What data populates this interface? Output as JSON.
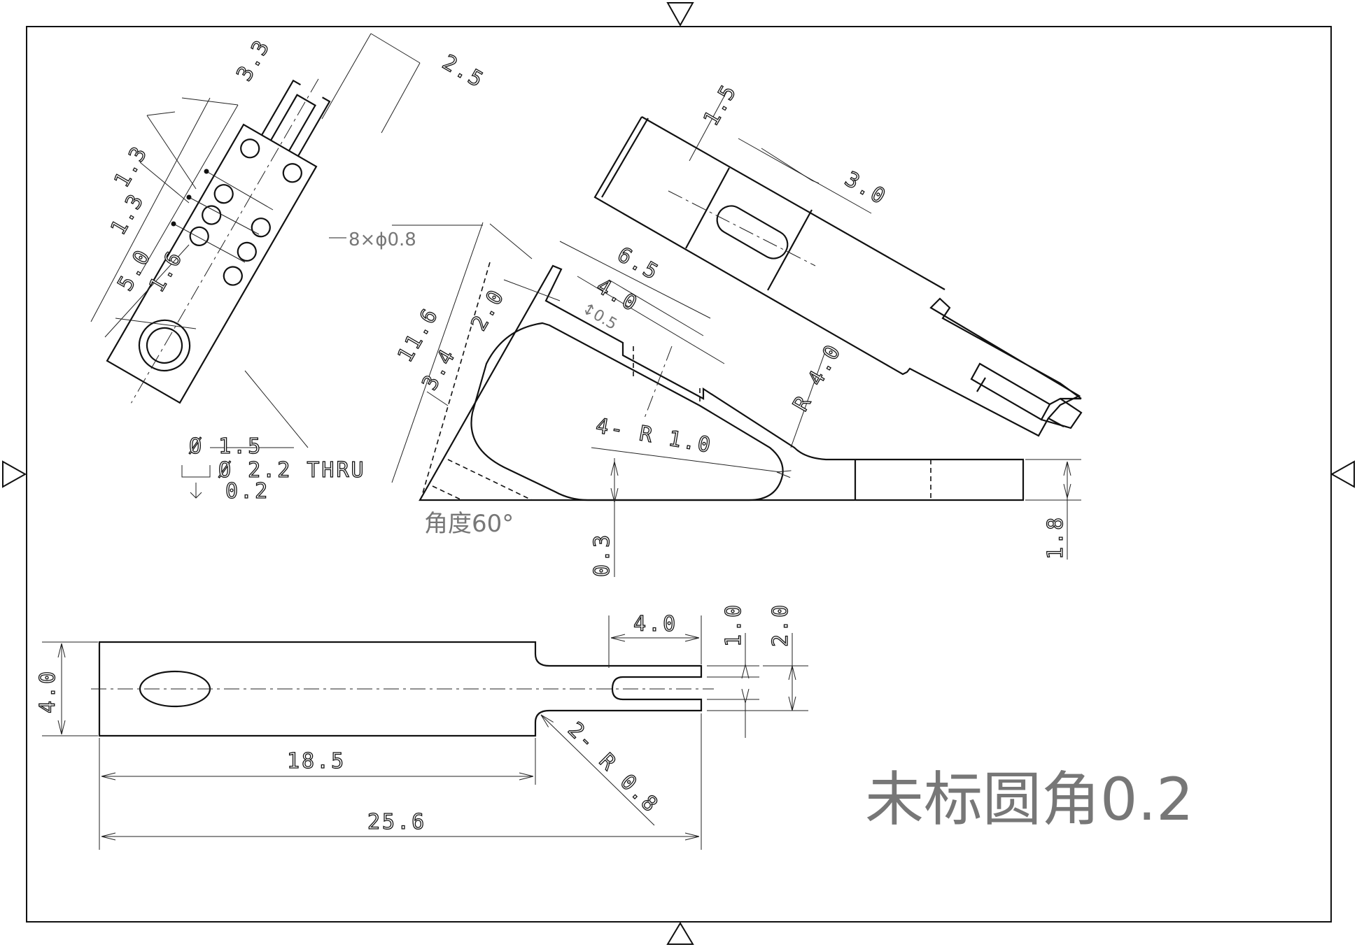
{
  "colors": {
    "line": "#111111",
    "note_text": "#777777",
    "background": "#ffffff"
  },
  "side_view": {
    "dim_3_3": "3.3",
    "dim_2_5": "2.5",
    "dim_1_3a": "1.3",
    "dim_1_3b": "1.3",
    "dim_5_0": "5.0",
    "dim_1_6": "1.6",
    "hole_note": "8×ϕ0.8",
    "cbore_line1": "Ø 1.5",
    "cbore_line2": "Ø 2.2 THRU",
    "cbore_line3": "0.2"
  },
  "front_view": {
    "dim_11_6": "11.6",
    "dim_2_0": "2.0",
    "dim_3_4": "3.4",
    "dim_6_5": "6.5",
    "dim_4_0": "4.0",
    "thickness_note": "↕0.5",
    "dim_r4_0": "R 4.0",
    "dim_4r1_0": "4- R 1.0",
    "dim_0_3": "0.3",
    "dim_1_8": "1.8",
    "angle_note": "角度60°"
  },
  "iso_view": {
    "dim_1_5": "1.5",
    "dim_3_0": "3.0"
  },
  "top_view": {
    "dim_4_0_left": "4.0",
    "dim_4_0_slot": "4.0",
    "dim_1_0": "1.0",
    "dim_2_0": "2.0",
    "dim_18_5": "18.5",
    "dim_25_6": "25.6",
    "dim_2r0_8": "2- R 0.8"
  },
  "general_note": "未标圆角0.2"
}
